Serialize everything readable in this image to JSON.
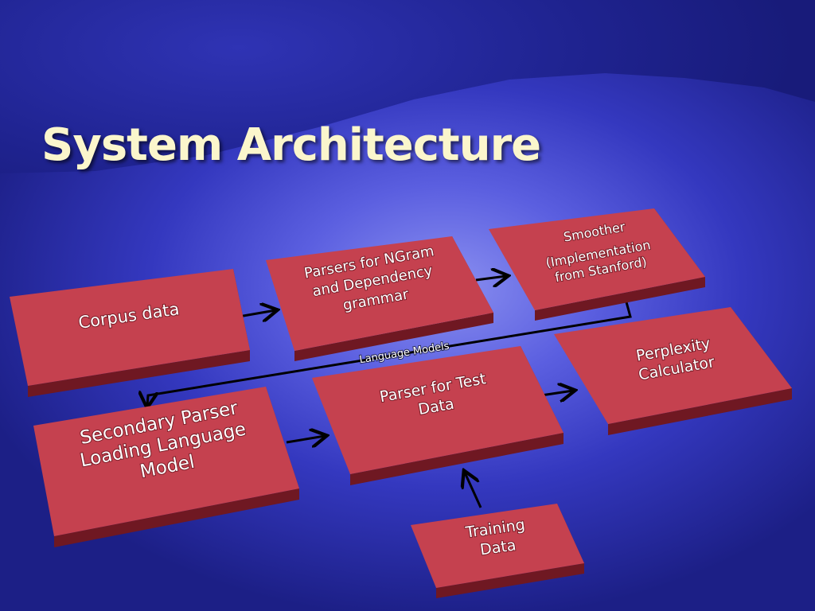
{
  "slide": {
    "title": "System Architecture"
  },
  "diagram": {
    "nodes": {
      "corpus": {
        "label": "Corpus data"
      },
      "parsers": {
        "line1": "Parsers for NGram",
        "line2": "and Dependency",
        "line3": "grammar"
      },
      "smoother": {
        "line1": "Smoother",
        "line2": "(Implementation",
        "line3": "from Stanford)"
      },
      "secondary": {
        "line1": "Secondary Parser",
        "line2": "Loading Language",
        "line3": "Model"
      },
      "test_parser": {
        "line1": "Parser for Test",
        "line2": "Data"
      },
      "perplexity": {
        "line1": "Perplexity",
        "line2": "Calculator"
      },
      "training": {
        "line1": "Training",
        "line2": "Data"
      }
    },
    "edges": {
      "language_models_label": "Language Models"
    }
  }
}
